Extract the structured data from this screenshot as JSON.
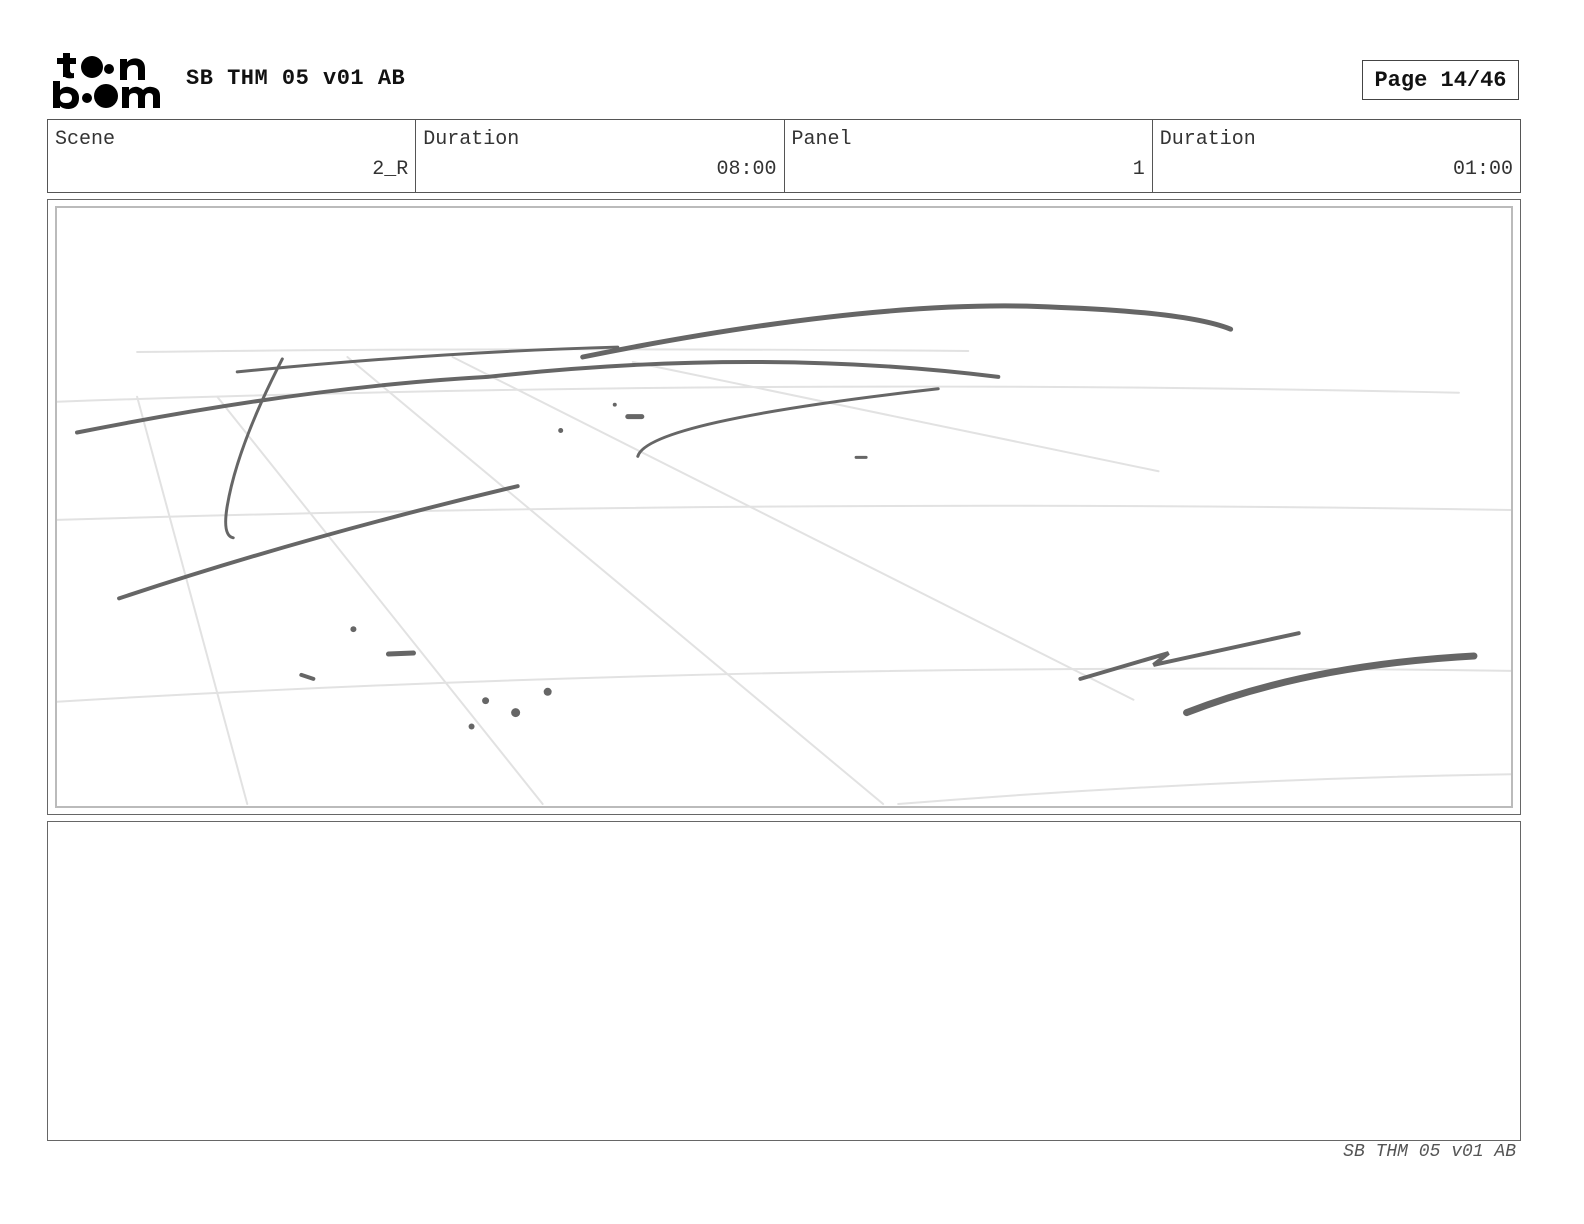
{
  "header": {
    "logo_text": "toon boom",
    "title": "SB THM 05 v01 AB",
    "page_label": "Page 14/46"
  },
  "info": {
    "scene": {
      "label": "Scene",
      "value": "2_R"
    },
    "scene_duration": {
      "label": "Duration",
      "value": "08:00"
    },
    "panel": {
      "label": "Panel",
      "value": "1"
    },
    "panel_duration": {
      "label": "Duration",
      "value": "01:00"
    }
  },
  "panel_image": {
    "description_icon": "sketch-drawing",
    "stroke_color": "#666666",
    "guide_color": "#e4e4e4"
  },
  "footer": {
    "text": "SB THM 05 v01 AB"
  }
}
